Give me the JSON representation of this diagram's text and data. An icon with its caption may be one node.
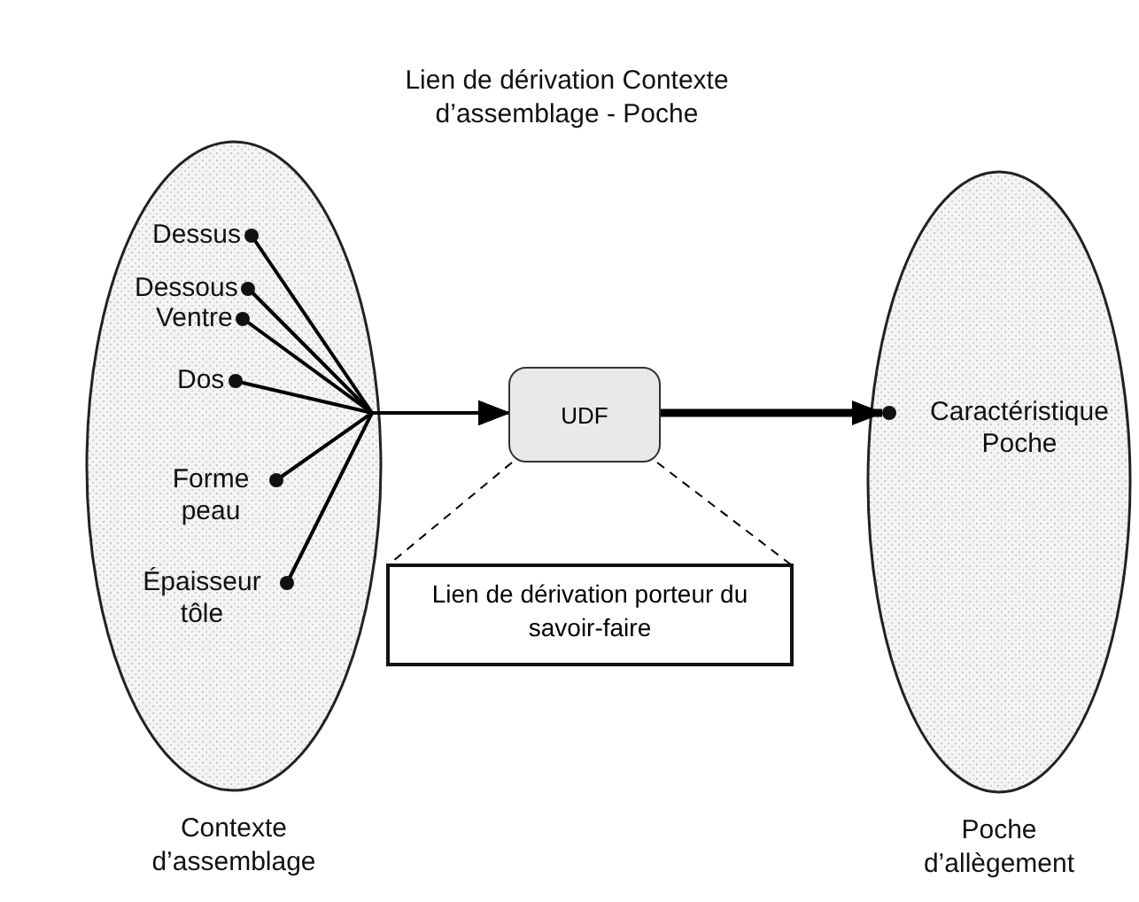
{
  "diagram": {
    "title": "Lien de dérivation Contexte d’assemblage - Poche",
    "nodes": [
      {
        "text": [
          "Contexte d’assemblage"
        ]
      },
      {
        "text": [
          "Dessus"
        ],
        "in": 0
      },
      {
        "text": [
          "Dessous"
        ],
        "in": 0
      },
      {
        "text": [
          "Ventre"
        ],
        "in": 0
      },
      {
        "text": [
          "Dos"
        ],
        "in": 0
      },
      {
        "text": [
          "Forme peau"
        ],
        "in": 0
      },
      {
        "text": [
          "Épaisseur tôle"
        ],
        "in": 0
      },
      {
        "text": [
          "UDF"
        ]
      },
      {
        "text": [
          "Poche d’allègement"
        ]
      },
      {
        "text": [
          "Caractéristique Poche"
        ],
        "in": 8
      },
      {
        "text": [
          "Lien de dérivation porteur du savoir-faire"
        ]
      }
    ],
    "edges": [
      {
        "from": 1,
        "to": 7,
        "arrow": "to"
      },
      {
        "from": 2,
        "to": 7,
        "arrow": "to"
      },
      {
        "from": 3,
        "to": 7,
        "arrow": "to"
      },
      {
        "from": 4,
        "to": 7,
        "arrow": "to"
      },
      {
        "from": 5,
        "to": 7,
        "arrow": "to"
      },
      {
        "from": 6,
        "to": 7,
        "arrow": "to"
      },
      {
        "from": 7,
        "to": 9,
        "arrow": "to",
        "style": "thick"
      },
      {
        "from": 7,
        "to": 10,
        "arrow": "none",
        "style": "dashed"
      }
    ]
  }
}
